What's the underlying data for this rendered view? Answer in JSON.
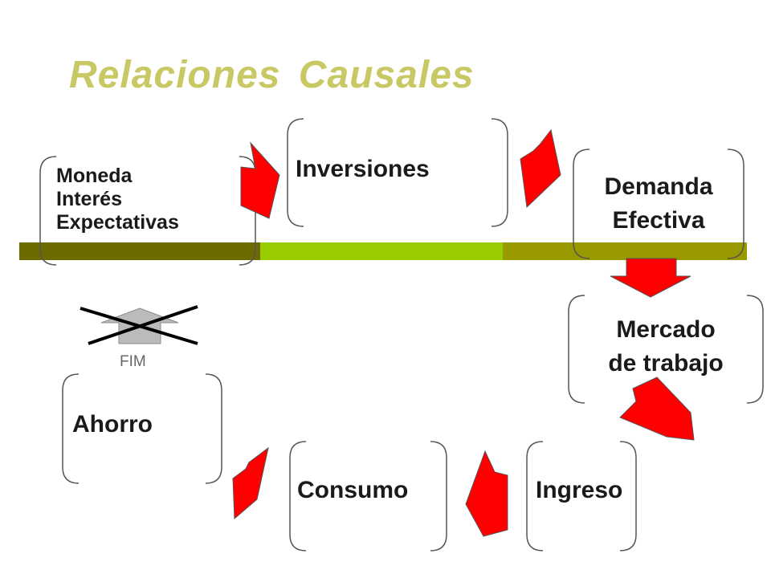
{
  "title": "Relaciones Causales",
  "nodes": {
    "moneda": {
      "line1": "Moneda",
      "line2": "Interés",
      "line3": "Expectativas"
    },
    "inversiones": {
      "label": "Inversiones"
    },
    "demanda": {
      "line1": "Demanda",
      "line2": "Efectiva"
    },
    "mercado": {
      "line1": "Mercado",
      "line2": "de trabajo"
    },
    "ingreso": {
      "label": "Ingreso"
    },
    "consumo": {
      "label": "Consumo"
    },
    "ahorro": {
      "label": "Ahorro"
    }
  },
  "crossed_arrow_label": "FIM",
  "colors": {
    "title": "#c8c864",
    "arrow": "#ff0000",
    "band_dark": "#6b6b00",
    "band_green": "#99cc00",
    "band_olive": "#999900",
    "bracket": "#555555"
  }
}
